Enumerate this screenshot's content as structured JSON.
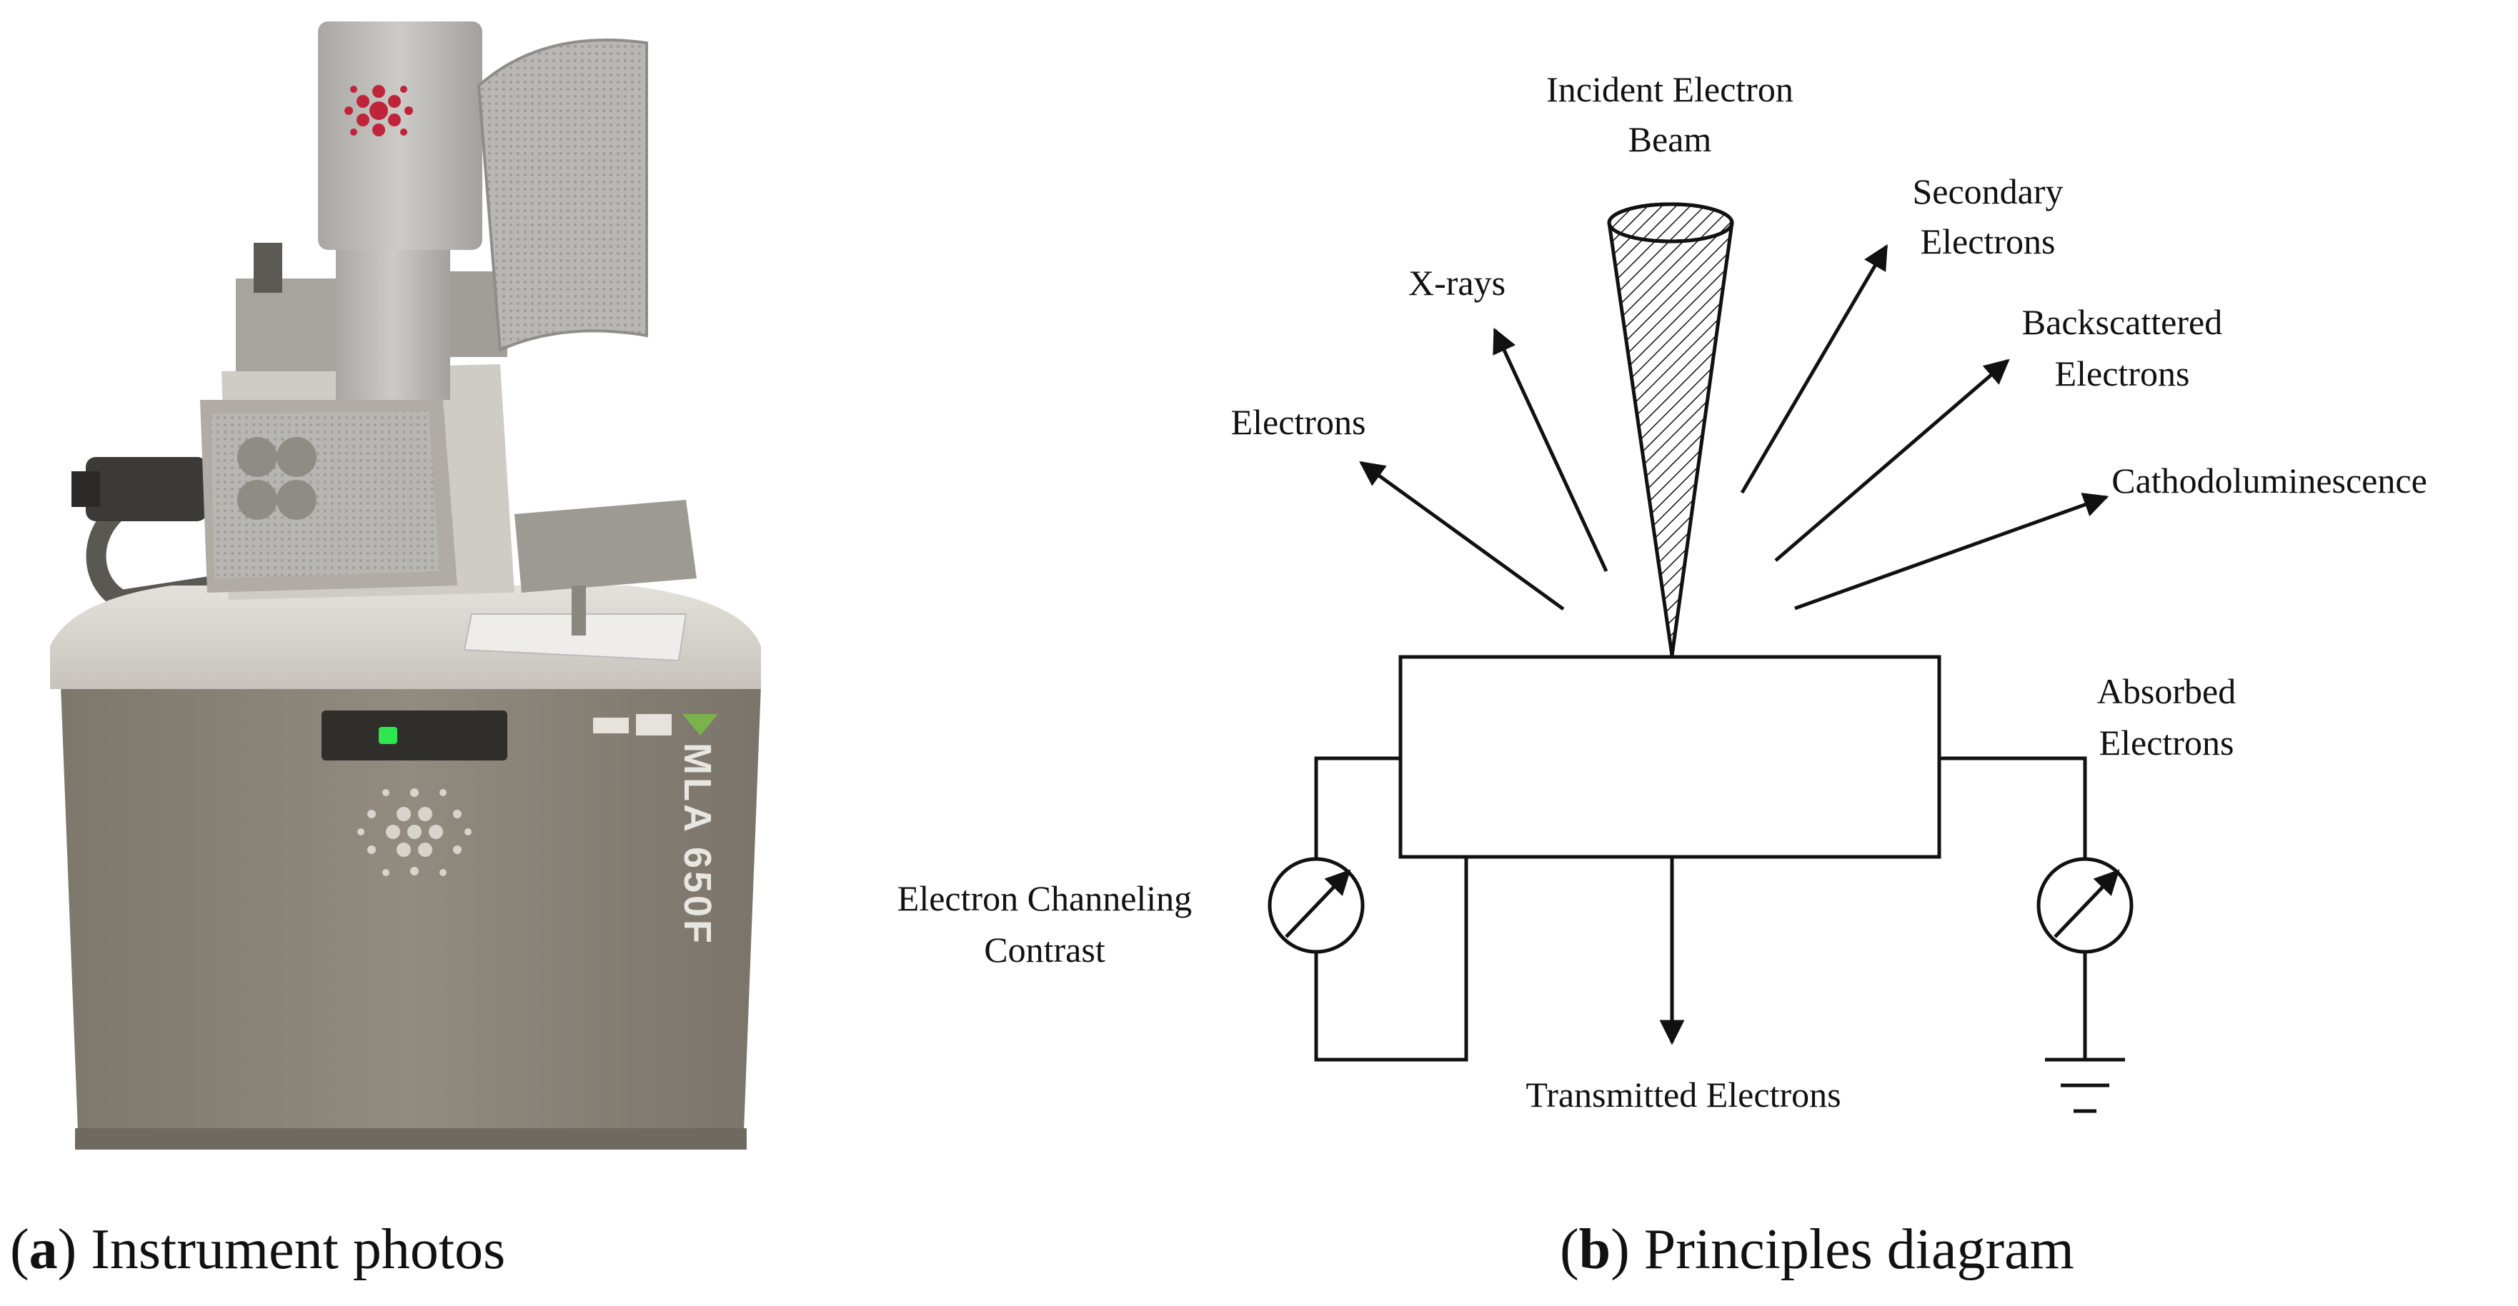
{
  "panel_a": {
    "caption_letter": "a",
    "caption_text": "Instrument photos",
    "instrument_label": "MLA 650F"
  },
  "panel_b": {
    "caption_letter": "b",
    "caption_text": "Principles diagram",
    "labels": {
      "incident_line1": "Incident Electron",
      "incident_line2": "Beam",
      "secondary_line1": "Secondary",
      "secondary_line2": "Electrons",
      "xrays": "X-rays",
      "backscattered_line1": "Backscattered",
      "backscattered_line2": "Electrons",
      "electrons": "Electrons",
      "cathodo": "Cathodoluminescence",
      "absorbed_line1": "Absorbed",
      "absorbed_line2": "Electrons",
      "channeling_line1": "Electron Channeling",
      "channeling_line2": "Contrast",
      "transmitted": "Transmitted Electrons"
    }
  },
  "colors": {
    "ink": "#111111",
    "machine_body": "#8b8478",
    "machine_top": "#d6d2cb",
    "led": "#2ee64d",
    "logo_red": "#c0243a"
  }
}
